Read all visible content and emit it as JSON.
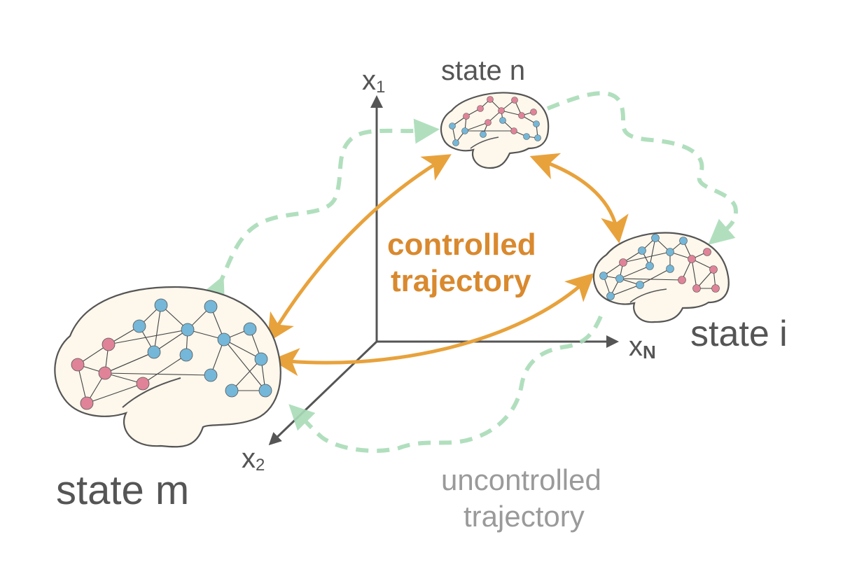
{
  "labels": {
    "state_n": "state n",
    "state_i": "state i",
    "state_m": "state m",
    "axis_x1": "x",
    "axis_x1_sub": "1",
    "axis_x2": "x",
    "axis_x2_sub": "2",
    "axis_xn": "x",
    "axis_xn_sub": "N",
    "controlled_line1": "controlled",
    "controlled_line2": "trajectory",
    "uncontrolled_line1": "uncontrolled",
    "uncontrolled_line2": "trajectory"
  },
  "colors": {
    "node_blue": "#74b7d8",
    "node_pink": "#e08398",
    "controlled": "#e8a23c",
    "uncontrolled": "#a9dcb8",
    "brain_fill": "#fdf7ec"
  },
  "icons": {
    "brain": "brain-icon"
  }
}
